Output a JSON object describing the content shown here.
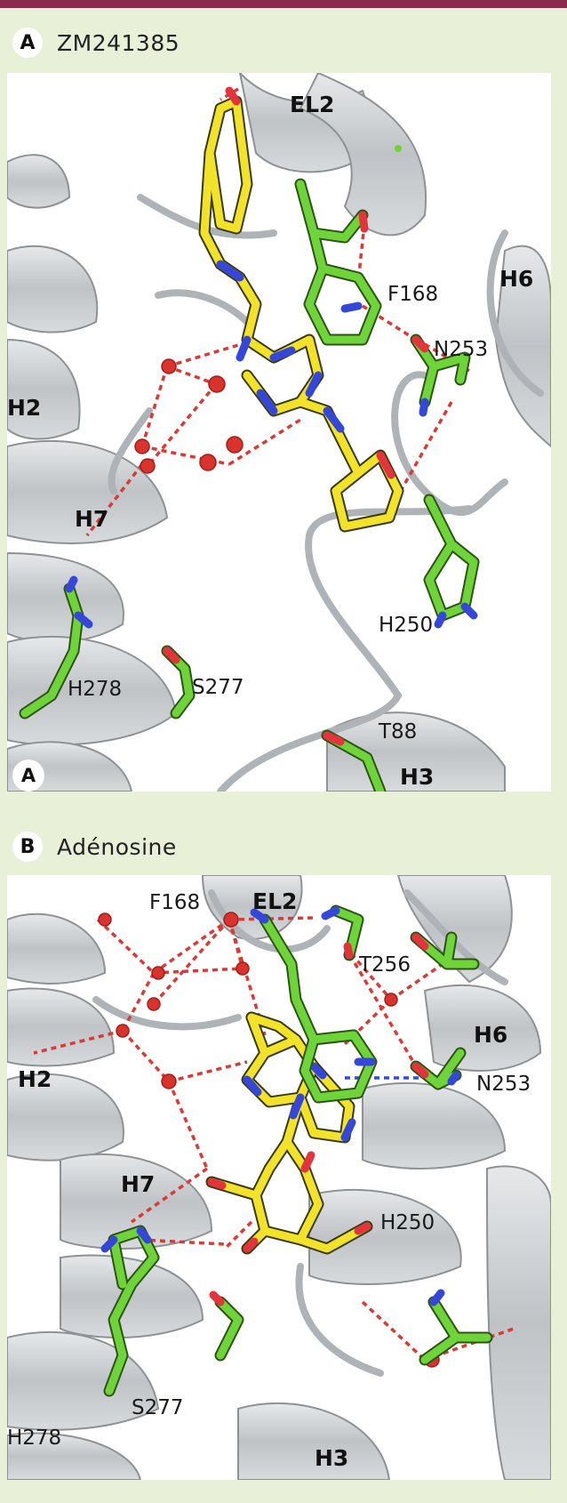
{
  "panels": [
    {
      "letter": "A",
      "title": "ZM241385",
      "corner_letter": "A",
      "helix_labels": [
        "EL2",
        "H6",
        "H2",
        "H7",
        "H3"
      ],
      "residue_labels": [
        "F168",
        "N253",
        "H250",
        "H278",
        "S277",
        "T88"
      ]
    },
    {
      "letter": "B",
      "title": "Adénosine",
      "helix_labels": [
        "EL2",
        "H6",
        "H2",
        "H7",
        "H3"
      ],
      "residue_labels": [
        "F168",
        "T256",
        "N253",
        "H250",
        "H278",
        "S277"
      ]
    }
  ],
  "colors": {
    "accent_bar": "#8b2a4f",
    "background": "#e8f0d8",
    "ribbon": "#c9ccce",
    "ligand": "#f2e22a",
    "residue": "#6fd43a",
    "oxygen": "#e2343a",
    "nitrogen": "#3447d8",
    "hbond": "#d93a35",
    "hbond_blue": "#2f4fd6"
  }
}
